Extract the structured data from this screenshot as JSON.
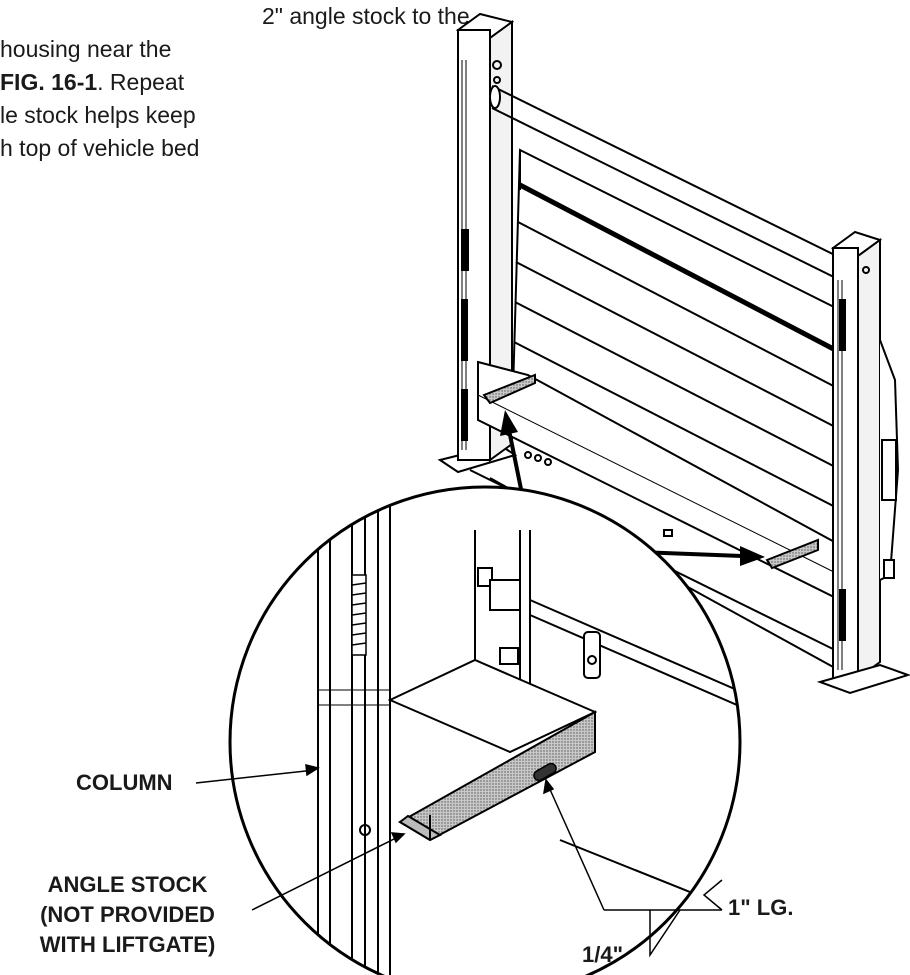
{
  "intro_lines": [
    "2\" angle stock to the",
    "housing near the",
    "FIG. 16-1",
    ". Repeat",
    "le stock helps keep",
    "h top of vehicle bed"
  ],
  "labels": {
    "column": "COLUMN",
    "angle_stock_1": "ANGLE STOCK",
    "angle_stock_2": "(NOT PROVIDED",
    "angle_stock_3": "WITH LIFTGATE)",
    "weld_length": "1\" LG.",
    "weld_size": "1/4\""
  }
}
